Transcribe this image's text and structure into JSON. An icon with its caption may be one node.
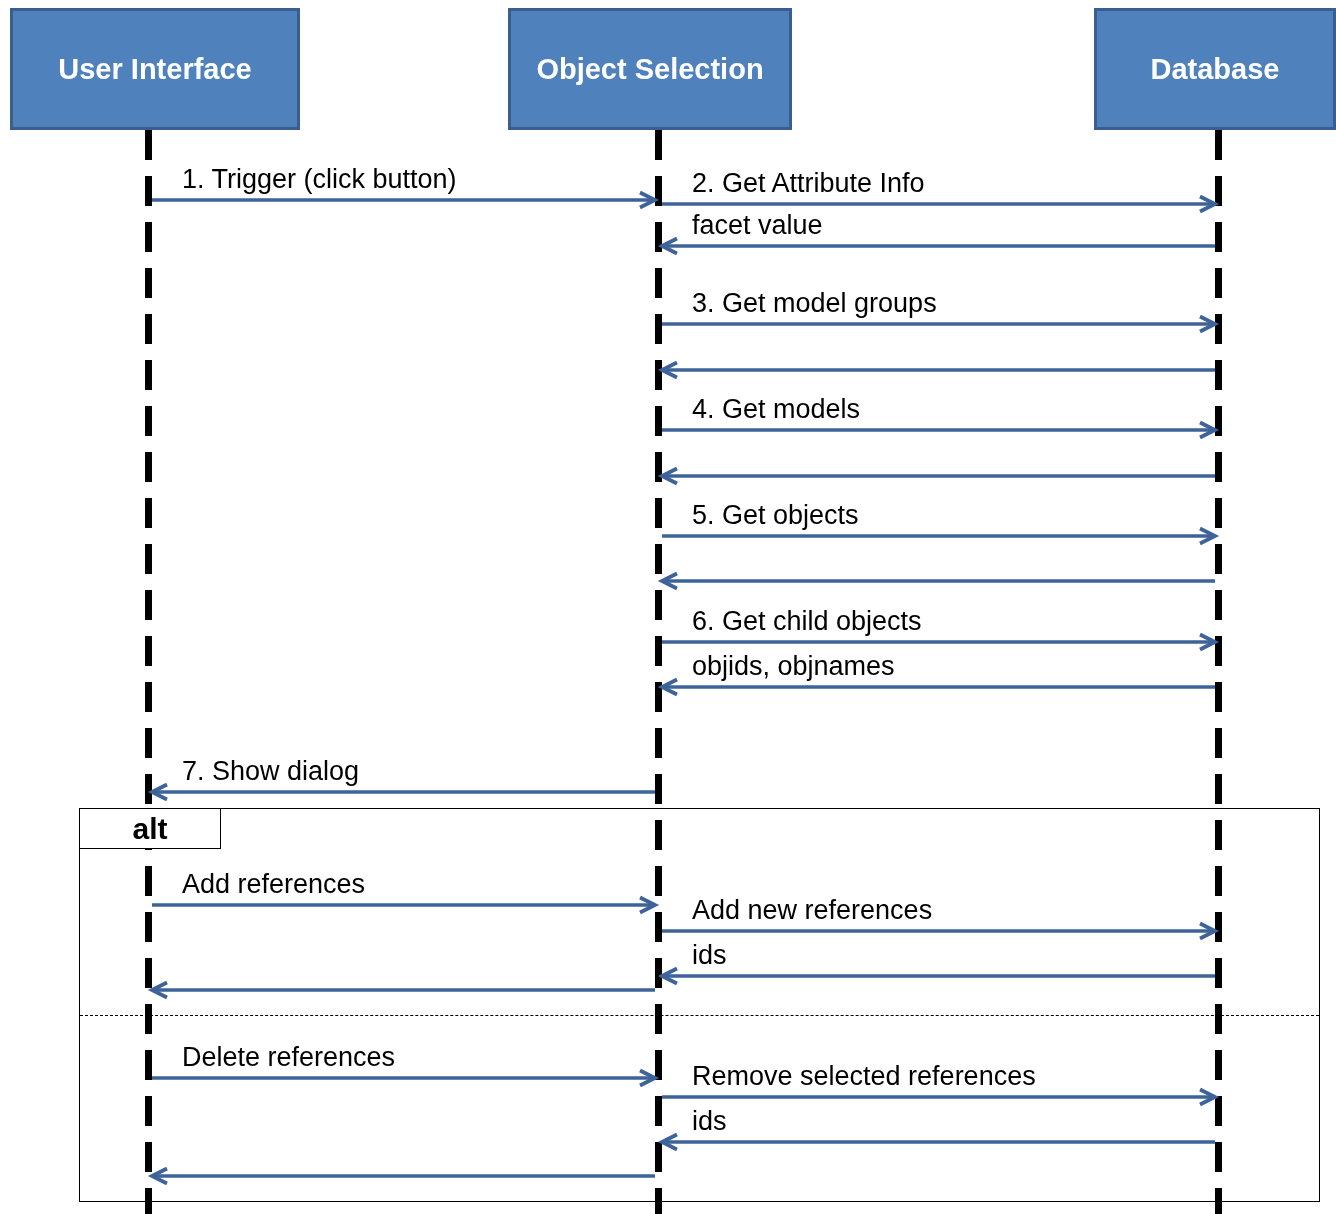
{
  "diagram": {
    "nodes": [
      {
        "text": [
          "User Interface"
        ]
      },
      {
        "text": [
          "Object Selection"
        ]
      },
      {
        "text": [
          "Database"
        ]
      },
      {
        "text": [],
        "shape": "line"
      },
      {
        "text": [],
        "shape": "line"
      },
      {
        "text": [],
        "shape": "line"
      },
      {
        "text": [
          "alt"
        ]
      }
    ],
    "edges": [
      {
        "from": 3,
        "to": 4,
        "arrow": "to",
        "label": "1. Trigger (click button)"
      },
      {
        "from": 4,
        "to": 5,
        "arrow": "to",
        "label": "2. Get Attribute Info"
      },
      {
        "from": 5,
        "to": 4,
        "arrow": "to",
        "label": "facet value"
      },
      {
        "from": 4,
        "to": 5,
        "arrow": "to",
        "label": "3. Get model groups"
      },
      {
        "from": 5,
        "to": 4,
        "arrow": "to"
      },
      {
        "from": 4,
        "to": 5,
        "arrow": "to",
        "label": "4. Get models"
      },
      {
        "from": 5,
        "to": 4,
        "arrow": "to"
      },
      {
        "from": 4,
        "to": 5,
        "arrow": "to",
        "label": "5. Get objects"
      },
      {
        "from": 5,
        "to": 4,
        "arrow": "to"
      },
      {
        "from": 4,
        "to": 5,
        "arrow": "to",
        "label": "6. Get child objects"
      },
      {
        "from": 5,
        "to": 4,
        "arrow": "to",
        "label": "objids, objnames"
      },
      {
        "from": 4,
        "to": 3,
        "arrow": "to",
        "label": "7. Show dialog"
      },
      {
        "from": 3,
        "to": 4,
        "arrow": "to",
        "label": "Add references"
      },
      {
        "from": 4,
        "to": 5,
        "arrow": "to",
        "label": "Add new references"
      },
      {
        "from": 5,
        "to": 4,
        "arrow": "to",
        "label": "ids"
      },
      {
        "from": 4,
        "to": 3,
        "arrow": "to"
      },
      {
        "from": 3,
        "to": 4,
        "arrow": "to",
        "label": "Delete references"
      },
      {
        "from": 4,
        "to": 5,
        "arrow": "to",
        "label": "Remove selected references"
      },
      {
        "from": 5,
        "to": 4,
        "arrow": "to",
        "label": "ids"
      },
      {
        "from": 4,
        "to": 3,
        "arrow": "to"
      }
    ]
  }
}
